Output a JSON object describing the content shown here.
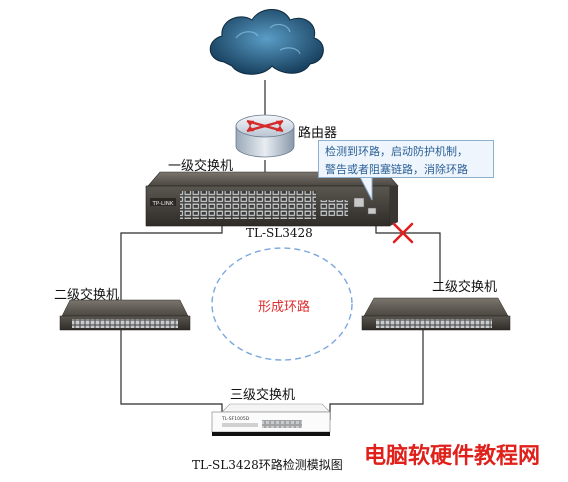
{
  "nodes": {
    "router": "路由器",
    "l1_switch": "一级交换机",
    "l1_model": "TL-SL3428",
    "l2_switch_left": "二级交换机",
    "l2_switch_right": "二级交换机",
    "l3_switch": "三级交换机"
  },
  "loop_label": "形成环路",
  "callout": {
    "line1": "检测到环路，启动防护机制，",
    "line2": "警告或者阻塞链路，消除环路"
  },
  "caption": "TL-SL3428环路检测模拟图",
  "watermark": "电脑软硬件教程网",
  "device_branding": {
    "l1_logo": "TP-LINK",
    "l3_label": "TL-SF1005D"
  },
  "colors": {
    "loop_ring": "#7aa7df",
    "loop_text": "#e03030",
    "blocked_x": "#e02020",
    "watermark": "#e0201a",
    "callout_text": "#2a5f96",
    "cloud": "#1d4d6e"
  }
}
